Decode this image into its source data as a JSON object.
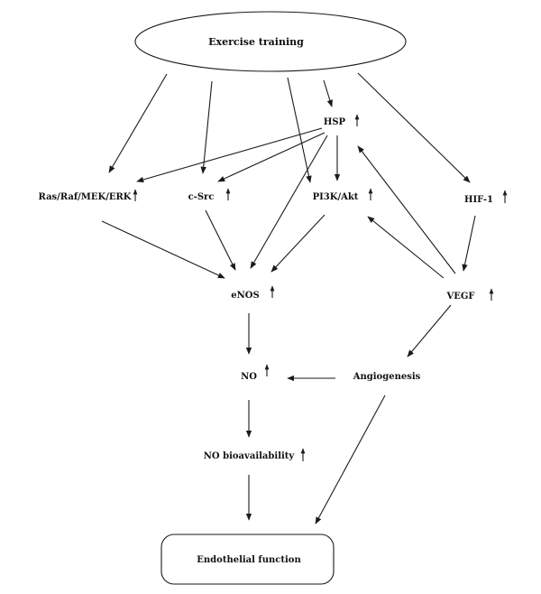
{
  "nodes": {
    "exercise": "Exercise training",
    "hsp": "HSP",
    "ras": "Ras/Raf/MEK/ERK",
    "csrc": "c-Src",
    "pi3k": "PI3K/Akt",
    "hif": "HIF-1",
    "enos": "eNOS",
    "vegf": "VEGF",
    "no": "NO",
    "angio": "Angiogenesis",
    "nobio": "NO bioavailability",
    "endo": "Endothelial function"
  },
  "upregulated_markers": [
    "HSP",
    "Ras/Raf/MEK/ERK",
    "c-Src",
    "PI3K/Akt",
    "HIF-1",
    "eNOS",
    "VEGF",
    "NO",
    "NO bioavailability"
  ],
  "edges": [
    {
      "from": "Exercise training",
      "to": "Ras/Raf/MEK/ERK"
    },
    {
      "from": "Exercise training",
      "to": "c-Src"
    },
    {
      "from": "Exercise training",
      "to": "PI3K/Akt"
    },
    {
      "from": "Exercise training",
      "to": "HSP"
    },
    {
      "from": "Exercise training",
      "to": "HIF-1"
    },
    {
      "from": "HSP",
      "to": "Ras/Raf/MEK/ERK"
    },
    {
      "from": "HSP",
      "to": "c-Src"
    },
    {
      "from": "HSP",
      "to": "PI3K/Akt"
    },
    {
      "from": "HSP",
      "to": "eNOS"
    },
    {
      "from": "Ras/Raf/MEK/ERK",
      "to": "eNOS"
    },
    {
      "from": "c-Src",
      "to": "eNOS"
    },
    {
      "from": "PI3K/Akt",
      "to": "eNOS"
    },
    {
      "from": "HIF-1",
      "to": "VEGF"
    },
    {
      "from": "VEGF",
      "to": "HSP"
    },
    {
      "from": "VEGF",
      "to": "PI3K/Akt"
    },
    {
      "from": "VEGF",
      "to": "Angiogenesis"
    },
    {
      "from": "eNOS",
      "to": "NO"
    },
    {
      "from": "Angiogenesis",
      "to": "NO"
    },
    {
      "from": "NO",
      "to": "NO bioavailability"
    },
    {
      "from": "NO bioavailability",
      "to": "Endothelial function"
    },
    {
      "from": "Angiogenesis",
      "to": "Endothelial function"
    }
  ]
}
